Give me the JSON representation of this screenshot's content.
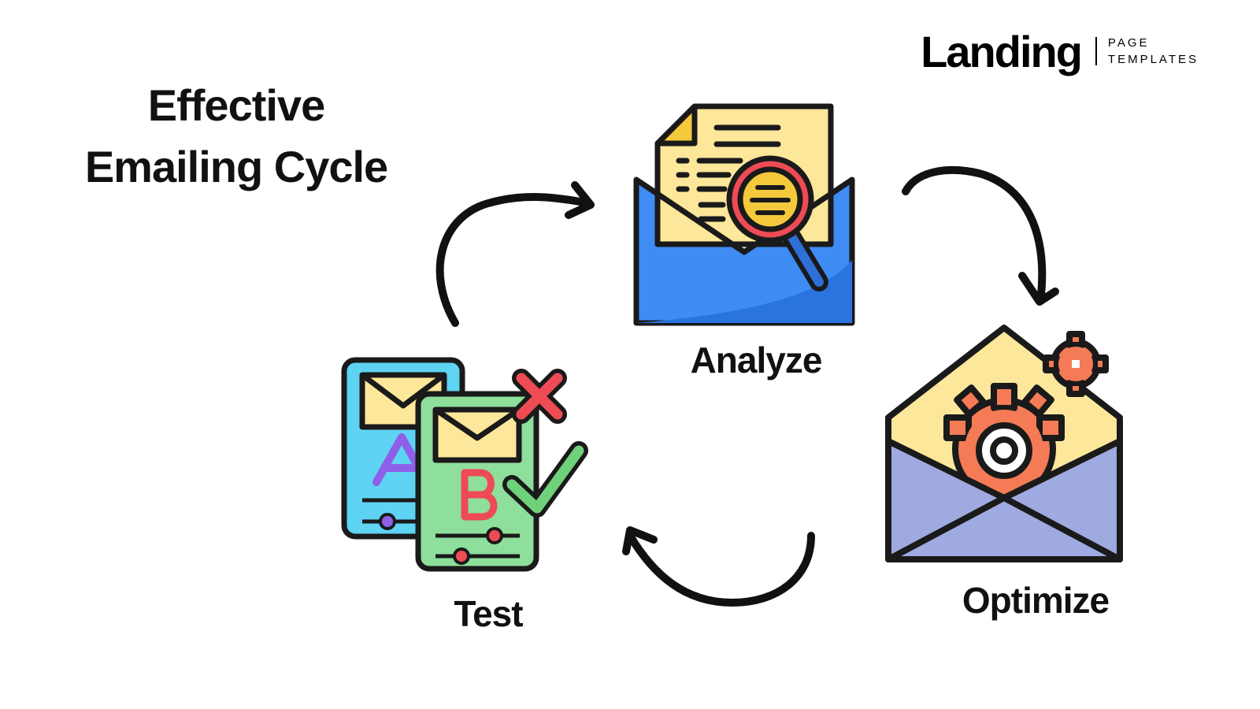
{
  "title": {
    "line1": "Effective",
    "line2": "Emailing Cycle"
  },
  "logo": {
    "word": "Landing",
    "sub_line1": "PAGE",
    "sub_line2": "TEMPLATES"
  },
  "steps": [
    {
      "label": "Analyze",
      "icon": "envelope-document-magnifier-icon"
    },
    {
      "label": "Optimize",
      "icon": "envelope-gears-icon"
    },
    {
      "label": "Test",
      "icon": "ab-test-email-icon"
    }
  ],
  "colors": {
    "envelope_blue": "#3f8cf5",
    "paper_yellow": "#fde79a",
    "gear_orange": "#f47b55",
    "test_blue": "#5ed3f3",
    "test_green": "#8ede9c",
    "reject_red": "#ee4b55",
    "accept_green": "#6fd27a"
  }
}
